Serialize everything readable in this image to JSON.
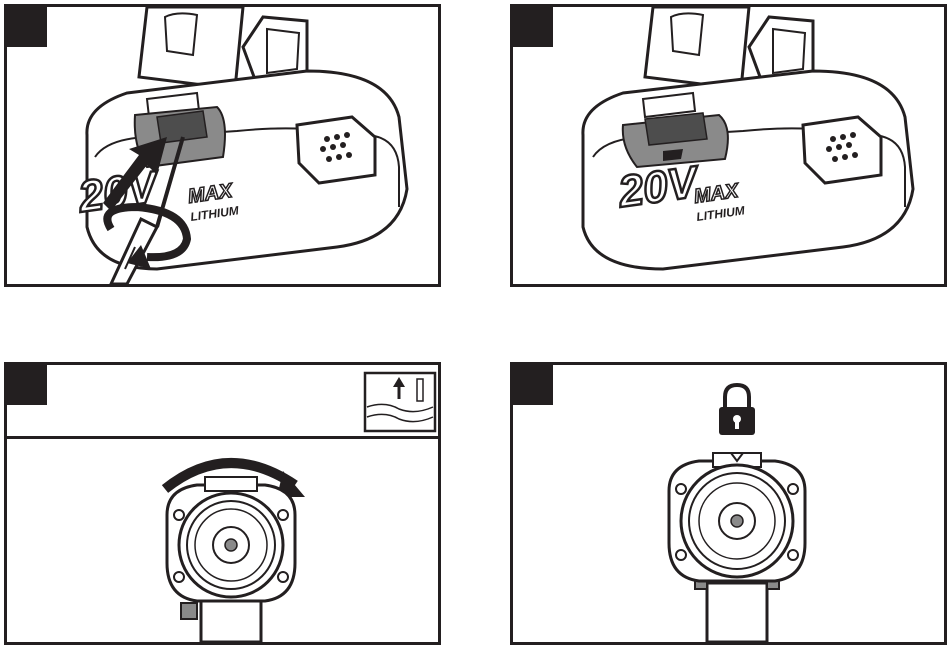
{
  "panels": [
    {
      "id": "A",
      "battery": {
        "voltage": "20V",
        "brand_line1": "MAX",
        "brand_line2": "LITHIUM"
      }
    },
    {
      "id": "B",
      "battery": {
        "voltage": "20V",
        "brand_line1": "MAX",
        "brand_line2": "LITHIUM"
      }
    },
    {
      "id": "C",
      "icon": "drill-depth-icon"
    },
    {
      "id": "D",
      "icon": "lock-icon"
    }
  ],
  "colors": {
    "ink": "#231f20",
    "gray": "#8a8a8a",
    "dark_gray": "#4d4d4d",
    "white": "#ffffff"
  }
}
